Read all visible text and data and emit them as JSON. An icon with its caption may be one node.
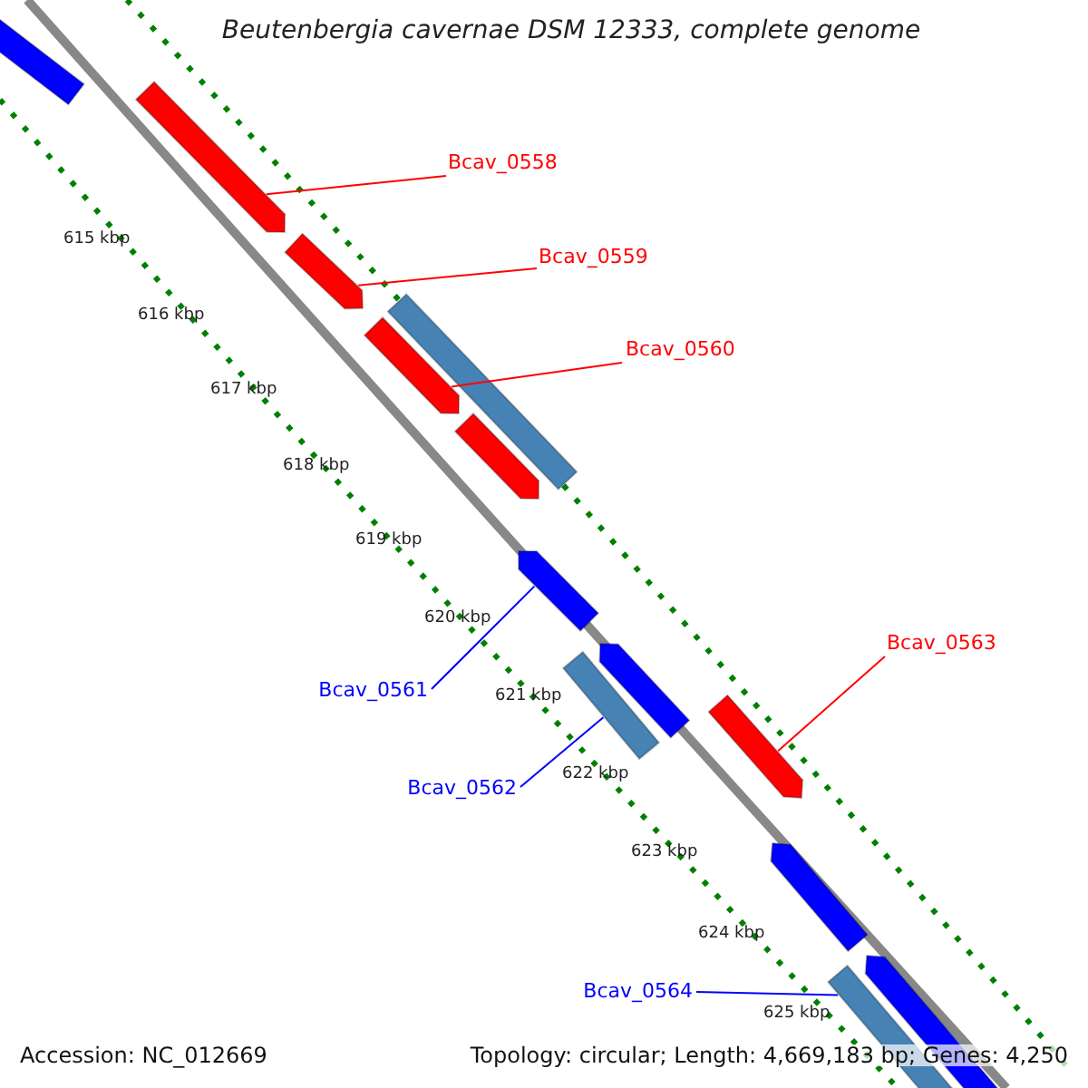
{
  "diagram": {
    "title": "Beutenbergia cavernae DSM 12333, complete genome",
    "nodes": [
      {
        "text": [
          "Bcav_0558"
        ]
      },
      {
        "text": [
          "Bcav_0559"
        ]
      },
      {
        "text": [
          "Bcav_0560"
        ]
      },
      {
        "text": [
          "Bcav_0561"
        ]
      },
      {
        "text": [
          "Bcav_0563"
        ]
      },
      {
        "text": [
          "Bcav_0562"
        ]
      },
      {
        "text": [
          "Bcav_0564"
        ]
      },
      {
        "text": [],
        "shape": "bar"
      },
      {
        "text": [],
        "shape": "pentagon"
      },
      {
        "text": [],
        "shape": "pentagon"
      },
      {
        "text": [],
        "shape": "pentagon"
      },
      {
        "text": [],
        "shape": "bar"
      },
      {
        "text": [],
        "shape": "pentagon"
      },
      {
        "text": [],
        "shape": "pentagon"
      },
      {
        "text": [],
        "shape": "pentagon"
      },
      {
        "text": [],
        "shape": "bar"
      },
      {
        "text": [],
        "shape": "pentagon"
      },
      {
        "text": [],
        "shape": "pentagon"
      },
      {
        "text": [],
        "shape": "pentagon"
      },
      {
        "text": [],
        "shape": "bar"
      }
    ],
    "edges": [
      {
        "from": 0,
        "to": 8,
        "arrow": "none"
      },
      {
        "from": 1,
        "to": 9,
        "arrow": "none"
      },
      {
        "from": 2,
        "to": 10,
        "arrow": "none"
      },
      {
        "from": 3,
        "to": 13,
        "arrow": "none",
        "color": "#0000ff"
      },
      {
        "from": 4,
        "to": 16,
        "arrow": "none"
      },
      {
        "from": 5,
        "to": 15,
        "arrow": "none",
        "color": "#0000ff"
      },
      {
        "from": 6,
        "to": 19,
        "arrow": "none",
        "color": "#0000ff"
      }
    ],
    "labels": [
      "615 kbp",
      "616 kbp",
      "617 kbp",
      "618 kbp",
      "619 kbp",
      "620 kbp",
      "621 kbp",
      "622 kbp",
      "623 kbp",
      "624 kbp",
      "625 kbp",
      "Accession: NC_012669",
      "Topology: circular; Length: 4,669,183 bp; Genes: 4,250"
    ]
  }
}
